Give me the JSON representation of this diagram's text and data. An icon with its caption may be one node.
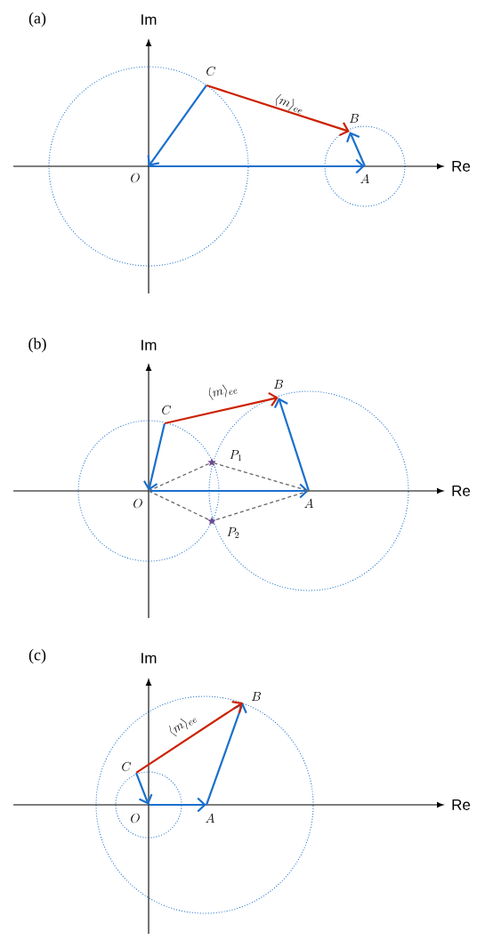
{
  "diagram": {
    "nodes": [
      {
        "text": [
          "O"
        ]
      },
      {
        "text": [
          "A"
        ]
      },
      {
        "text": [
          "B"
        ]
      },
      {
        "text": [
          "C"
        ]
      },
      {
        "text": [
          "O"
        ]
      },
      {
        "text": [
          "A"
        ]
      },
      {
        "text": [
          "B"
        ]
      },
      {
        "text": [
          "C"
        ]
      },
      {
        "text": [
          "P_1"
        ]
      },
      {
        "text": [
          "P_2"
        ]
      },
      {
        "text": [
          "O"
        ]
      },
      {
        "text": [
          "A"
        ]
      },
      {
        "text": [
          "B"
        ]
      },
      {
        "text": [
          "C"
        ]
      }
    ],
    "edges": [
      {
        "from": 0,
        "to": 1,
        "arrow": "to"
      },
      {
        "from": 1,
        "to": 2,
        "arrow": "to"
      },
      {
        "from": 3,
        "to": 0,
        "arrow": "to"
      },
      {
        "from": 3,
        "to": 2,
        "arrow": "to",
        "label": "\\langle m\\rangle_{ee}",
        "color": "#cc2200"
      },
      {
        "from": 4,
        "to": 5,
        "arrow": "to"
      },
      {
        "from": 5,
        "to": 6,
        "arrow": "to"
      },
      {
        "from": 7,
        "to": 4,
        "arrow": "to"
      },
      {
        "from": 7,
        "to": 6,
        "arrow": "to",
        "label": "\\langle m\\rangle_{ee}",
        "color": "#cc2200"
      },
      {
        "from": 4,
        "to": 8,
        "arrow": "none",
        "style": "dashed",
        "color": "#666666"
      },
      {
        "from": 8,
        "to": 5,
        "arrow": "none",
        "style": "dashed",
        "color": "#666666"
      },
      {
        "from": 4,
        "to": 9,
        "arrow": "none",
        "style": "dashed",
        "color": "#666666"
      },
      {
        "from": 9,
        "to": 5,
        "arrow": "none",
        "style": "dashed",
        "color": "#666666"
      },
      {
        "from": 10,
        "to": 11,
        "arrow": "to"
      },
      {
        "from": 11,
        "to": 12,
        "arrow": "to"
      },
      {
        "from": 13,
        "to": 10,
        "arrow": "to"
      },
      {
        "from": 13,
        "to": 12,
        "arrow": "to",
        "label": "\\langle m\\rangle_{ee}",
        "color": "#cc2200"
      }
    ],
    "labels": [
      "(a)",
      "Im",
      "Re",
      "(b)",
      "Im",
      "Re",
      "(c)",
      "Im",
      "Re"
    ]
  }
}
